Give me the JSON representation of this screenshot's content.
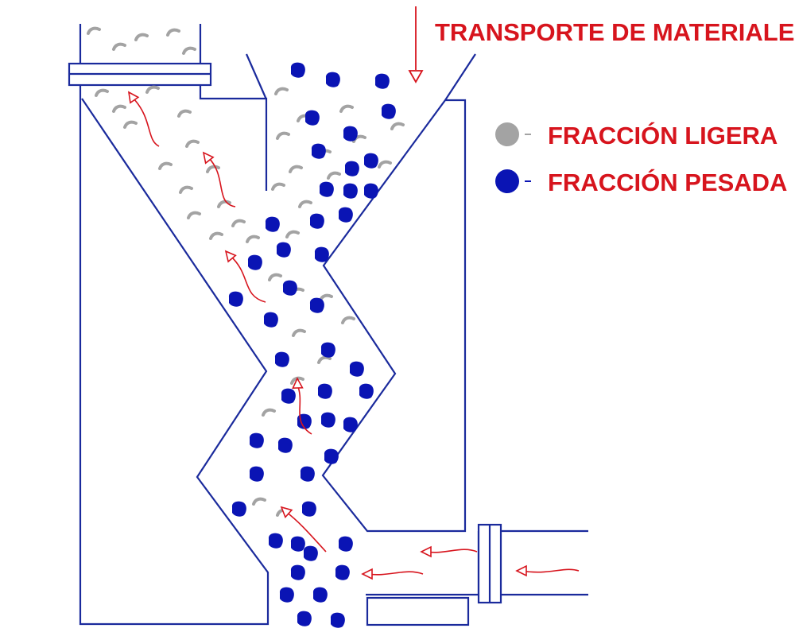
{
  "title": "TRANSPORTE DE MATERIALES",
  "legend": [
    {
      "label": "FRACCIÓN LIGERA",
      "color": "#a3a3a3",
      "dash": "-"
    },
    {
      "label": "FRACCIÓN PESADA",
      "color": "#0a14b4",
      "dash": "-"
    }
  ],
  "colors": {
    "outline": "#1a2a9c",
    "heavy": "#0a14b4",
    "light": "#a3a3a3",
    "arrow": "#d7141d"
  },
  "icons": [
    "feed-arrow-icon",
    "air-flow-arrow-icon",
    "light-particle-icon",
    "heavy-particle-icon"
  ]
}
